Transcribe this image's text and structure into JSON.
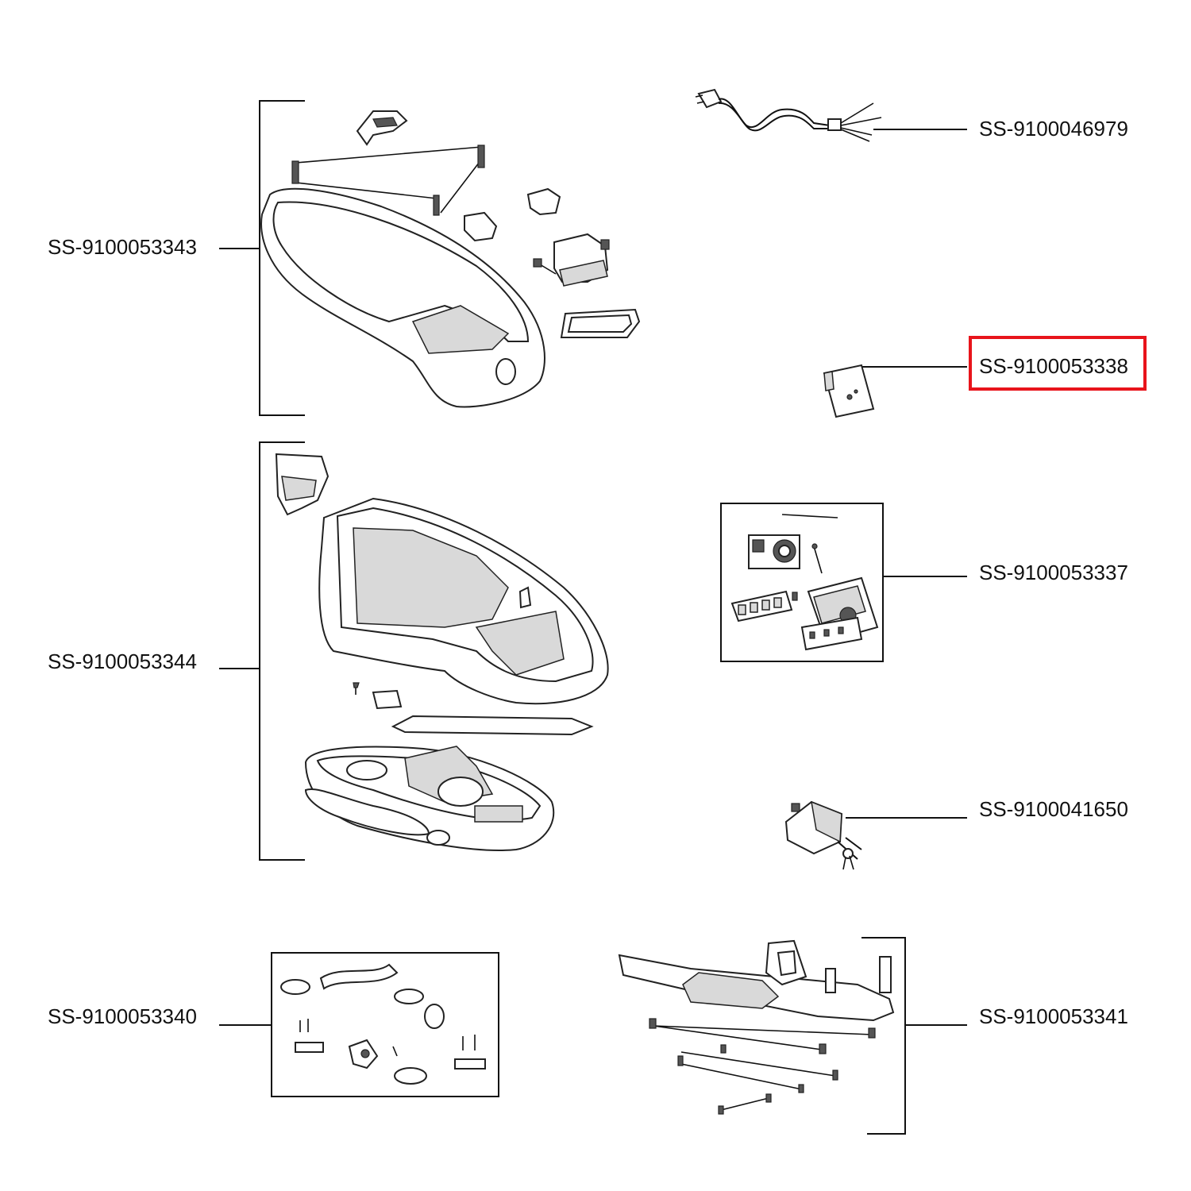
{
  "diagram": {
    "parts": [
      {
        "label": "SS-9100053343",
        "highlighted": false
      },
      {
        "label": "SS-9100046979",
        "highlighted": false
      },
      {
        "label": "SS-9100053338",
        "highlighted": true
      },
      {
        "label": "SS-9100053344",
        "highlighted": false
      },
      {
        "label": "SS-9100053337",
        "highlighted": false
      },
      {
        "label": "SS-9100041650",
        "highlighted": false
      },
      {
        "label": "SS-9100053340",
        "highlighted": false
      },
      {
        "label": "SS-9100053341",
        "highlighted": false
      }
    ],
    "highlight_color": "#e8141b"
  }
}
